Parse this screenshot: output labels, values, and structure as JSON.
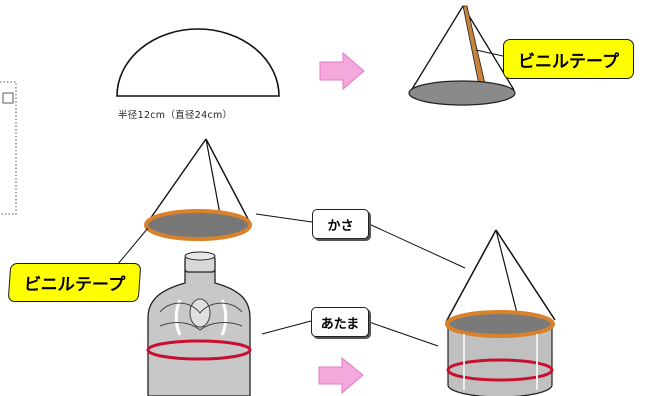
{
  "labels": {
    "caption": "半径12cm（直径24cm）",
    "vinyl_tape_top": "ビニルテープ",
    "vinyl_tape_left": "ビニルテープ",
    "kasa": "かさ",
    "atama": "あたま"
  },
  "colors": {
    "callout_fill": "#ffff00",
    "arrow_fill": "#f4a8dc",
    "tape_orange": "#d9822b",
    "band_red": "#c8102e",
    "cone_base": "#8a8a8a"
  }
}
